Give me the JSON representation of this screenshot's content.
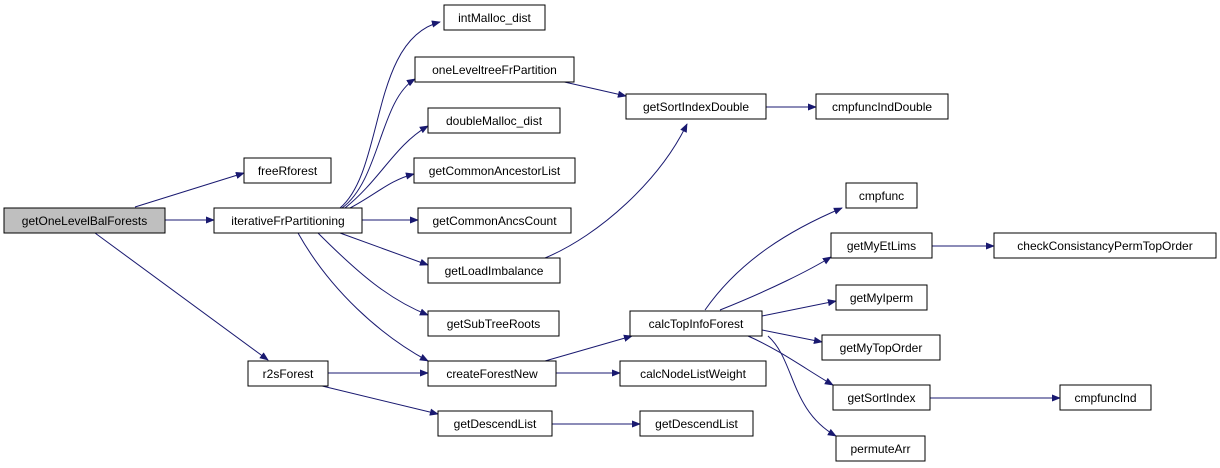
{
  "colors": {
    "edge": "#191970",
    "root_fill": "#bfbfbf",
    "node_fill": "#ffffff",
    "node_border": "#000000"
  },
  "nodes": {
    "getOneLevelBalForests": "getOneLevelBalForests",
    "freeRforest": "freeRforest",
    "iterativeFrPartitioning": "iterativeFrPartitioning",
    "r2sForest": "r2sForest",
    "intMalloc_dist": "intMalloc_dist",
    "oneLeveltreeFrPartition": "oneLeveltreeFrPartition",
    "doubleMalloc_dist": "doubleMalloc_dist",
    "getCommonAncestorList": "getCommonAncestorList",
    "getCommonAncsCount": "getCommonAncsCount",
    "getLoadImbalance": "getLoadImbalance",
    "getSubTreeRoots": "getSubTreeRoots",
    "createForestNew": "createForestNew",
    "getDescendList_1": "getDescendList",
    "getSortIndexDouble": "getSortIndexDouble",
    "cmpfuncIndDouble": "cmpfuncIndDouble",
    "calcTopInfoForest": "calcTopInfoForest",
    "calcNodeListWeight": "calcNodeListWeight",
    "getDescendList_2": "getDescendList",
    "cmpfunc": "cmpfunc",
    "getMyEtLims": "getMyEtLims",
    "getMyIperm": "getMyIperm",
    "getMyTopOrder": "getMyTopOrder",
    "getSortIndex": "getSortIndex",
    "permuteArr": "permuteArr",
    "checkConsistancyPermTopOrder": "checkConsistancyPermTopOrder",
    "cmpfuncInd": "cmpfuncInd"
  }
}
